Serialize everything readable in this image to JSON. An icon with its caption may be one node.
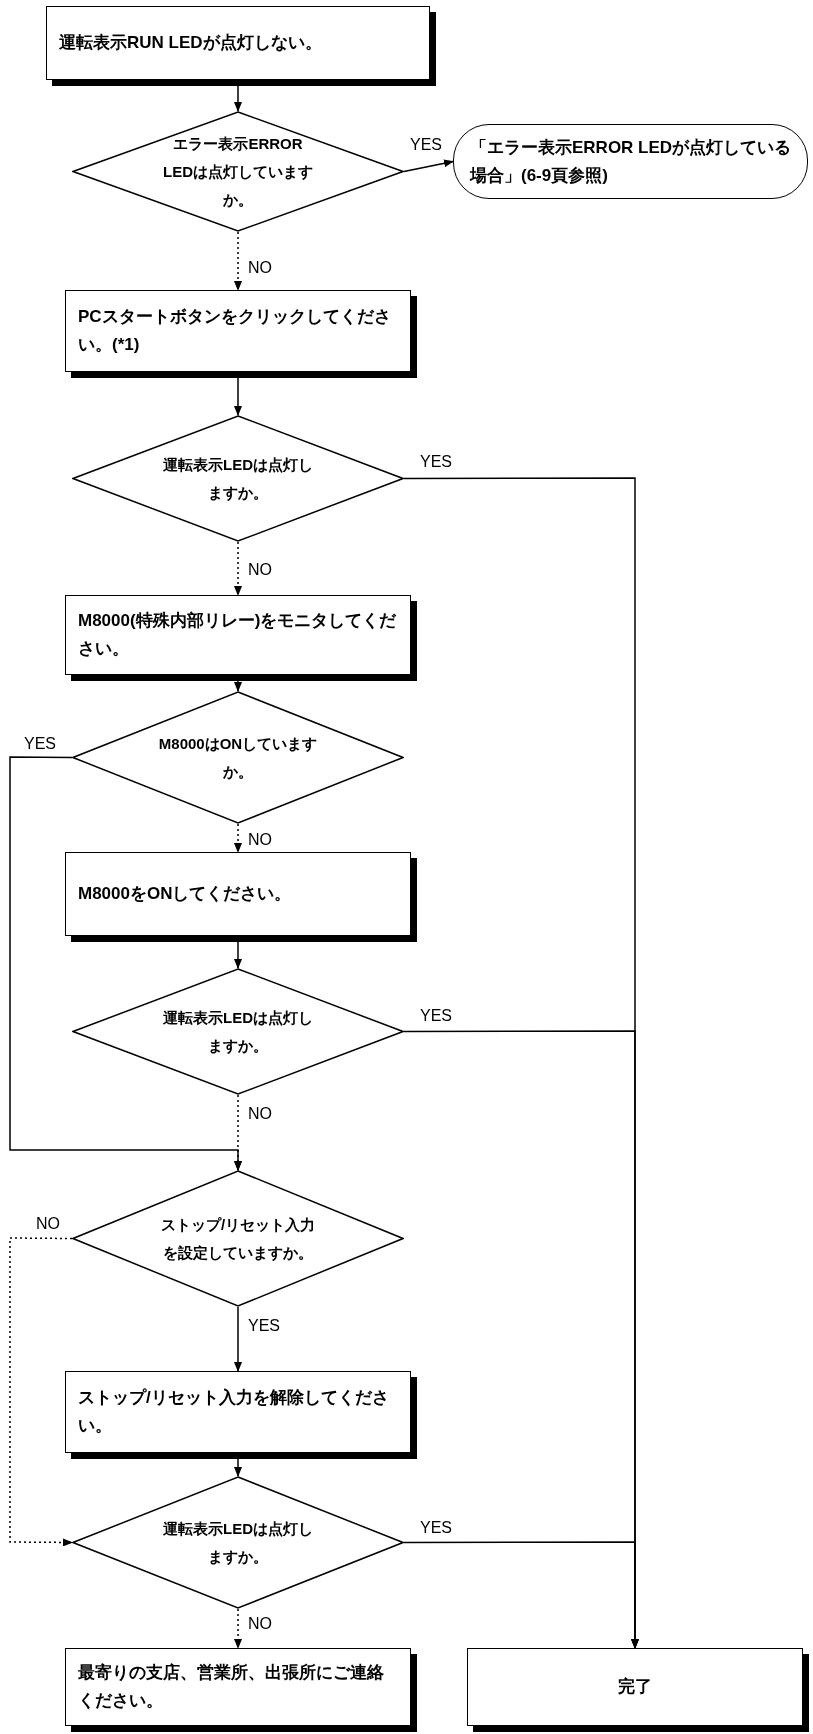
{
  "diagram": {
    "nodes": [
      {
        "text": [
          "運転表示RUN LEDが点灯しない。"
        ]
      },
      {
        "text": [
          "エラー表示ERROR LEDは点灯していますか。"
        ]
      },
      {
        "text": [
          "「エラー表示ERROR LEDが点灯している場合」(6-9頁参照)"
        ]
      },
      {
        "text": [
          "PCスタートボタンをクリックしてください。(*1)"
        ]
      },
      {
        "text": [
          "運転表示LEDは点灯しますか。"
        ]
      },
      {
        "text": [
          "M8000(特殊内部リレー)をモニタしてください。"
        ]
      },
      {
        "text": [
          "M8000はONしていますか。"
        ]
      },
      {
        "text": [
          "M8000をONしてください。"
        ]
      },
      {
        "text": [
          "運転表示LEDは点灯しますか。"
        ]
      },
      {
        "text": [
          "ストップ/リセット入力を設定していますか。"
        ]
      },
      {
        "text": [
          "ストップ/リセット入力を解除してください。"
        ]
      },
      {
        "text": [
          "運転表示LEDは点灯しますか。"
        ]
      },
      {
        "text": [
          "最寄りの支店、営業所、出張所にご連絡ください。"
        ]
      },
      {
        "text": [
          "完了"
        ]
      }
    ],
    "edges": [
      {
        "from": 0,
        "to": 1,
        "arrow": "to"
      },
      {
        "from": 1,
        "to": 2,
        "arrow": "to",
        "label": "YES"
      },
      {
        "from": 1,
        "to": 3,
        "arrow": "to",
        "label": "NO",
        "style": "dashed"
      },
      {
        "from": 3,
        "to": 4,
        "arrow": "to"
      },
      {
        "from": 4,
        "to": 13,
        "arrow": "to",
        "label": "YES"
      },
      {
        "from": 4,
        "to": 5,
        "arrow": "to",
        "label": "NO",
        "style": "dashed"
      },
      {
        "from": 5,
        "to": 6,
        "arrow": "to"
      },
      {
        "from": 6,
        "to": 9,
        "arrow": "to",
        "label": "YES"
      },
      {
        "from": 6,
        "to": 7,
        "arrow": "to",
        "label": "NO",
        "style": "dashed"
      },
      {
        "from": 7,
        "to": 8,
        "arrow": "to"
      },
      {
        "from": 8,
        "to": 13,
        "arrow": "to",
        "label": "YES"
      },
      {
        "from": 8,
        "to": 9,
        "arrow": "to",
        "label": "NO",
        "style": "dashed"
      },
      {
        "from": 9,
        "to": 11,
        "arrow": "to",
        "label": "NO",
        "style": "dashed"
      },
      {
        "from": 9,
        "to": 10,
        "arrow": "to",
        "label": "YES"
      },
      {
        "from": 10,
        "to": 11,
        "arrow": "to"
      },
      {
        "from": 11,
        "to": 13,
        "arrow": "to",
        "label": "YES"
      },
      {
        "from": 11,
        "to": 12,
        "arrow": "to",
        "label": "NO",
        "style": "dashed"
      }
    ]
  }
}
